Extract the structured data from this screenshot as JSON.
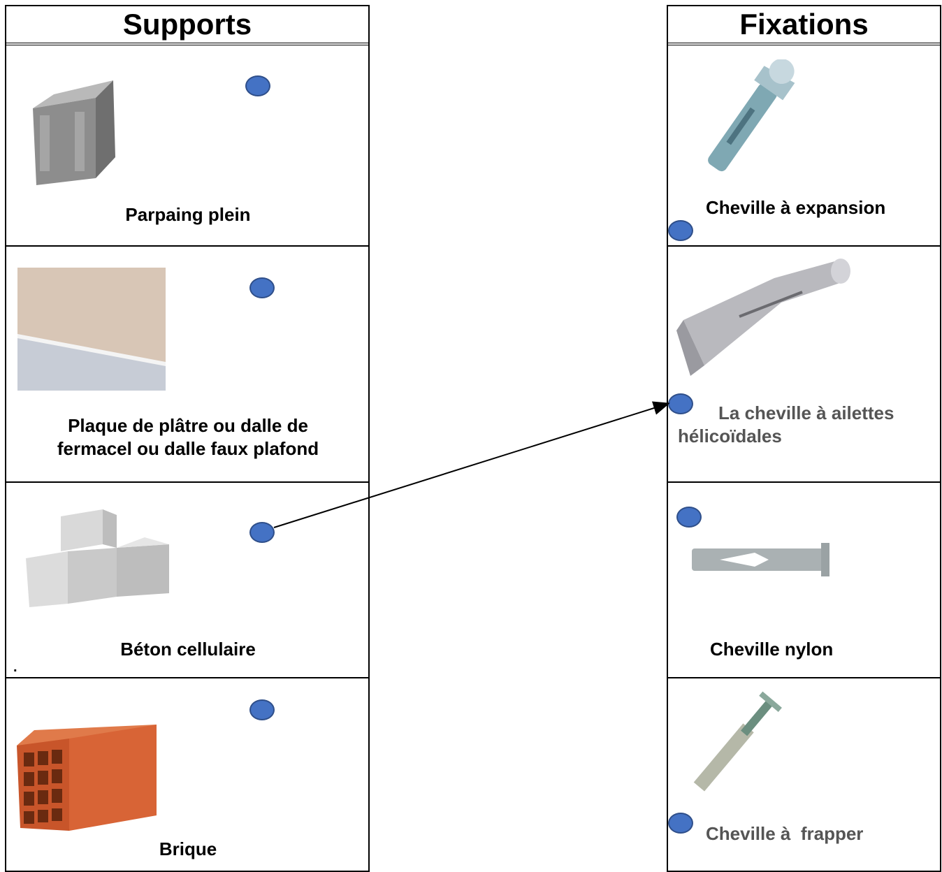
{
  "supports": {
    "header": "Supports",
    "items": [
      {
        "label": "Parpaing plein"
      },
      {
        "label": "Plaque de plâtre ou dalle de fermacel ou dalle faux plafond"
      },
      {
        "label": "Béton cellulaire"
      },
      {
        "label": "Brique"
      }
    ],
    "stray_mark": "."
  },
  "fixations": {
    "header": "Fixations",
    "items": [
      {
        "label": "Cheville à expansion"
      },
      {
        "label": "La cheville à ailettes hélicoïdales"
      },
      {
        "label": "Cheville nylon"
      },
      {
        "label": "Cheville à  frapper"
      }
    ]
  },
  "connection": {
    "from": "Béton cellulaire",
    "to": "La cheville à ailettes hélicoïdales"
  },
  "colors": {
    "dot": "#4472c4",
    "line": "#000000",
    "brick": "#c8552a"
  }
}
